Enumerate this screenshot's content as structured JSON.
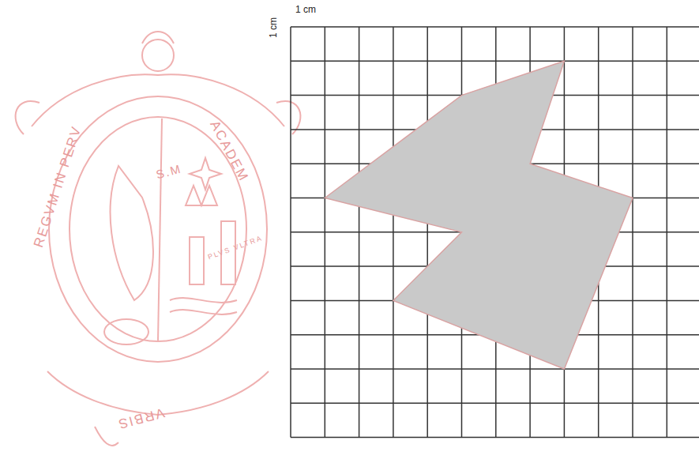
{
  "diagram": {
    "labels": [
      "1 cm",
      "1 cm",
      "S.M",
      "ACADEM",
      "REGVM IN PERV",
      "PLVS VLTRA",
      "VRBIS"
    ]
  }
}
